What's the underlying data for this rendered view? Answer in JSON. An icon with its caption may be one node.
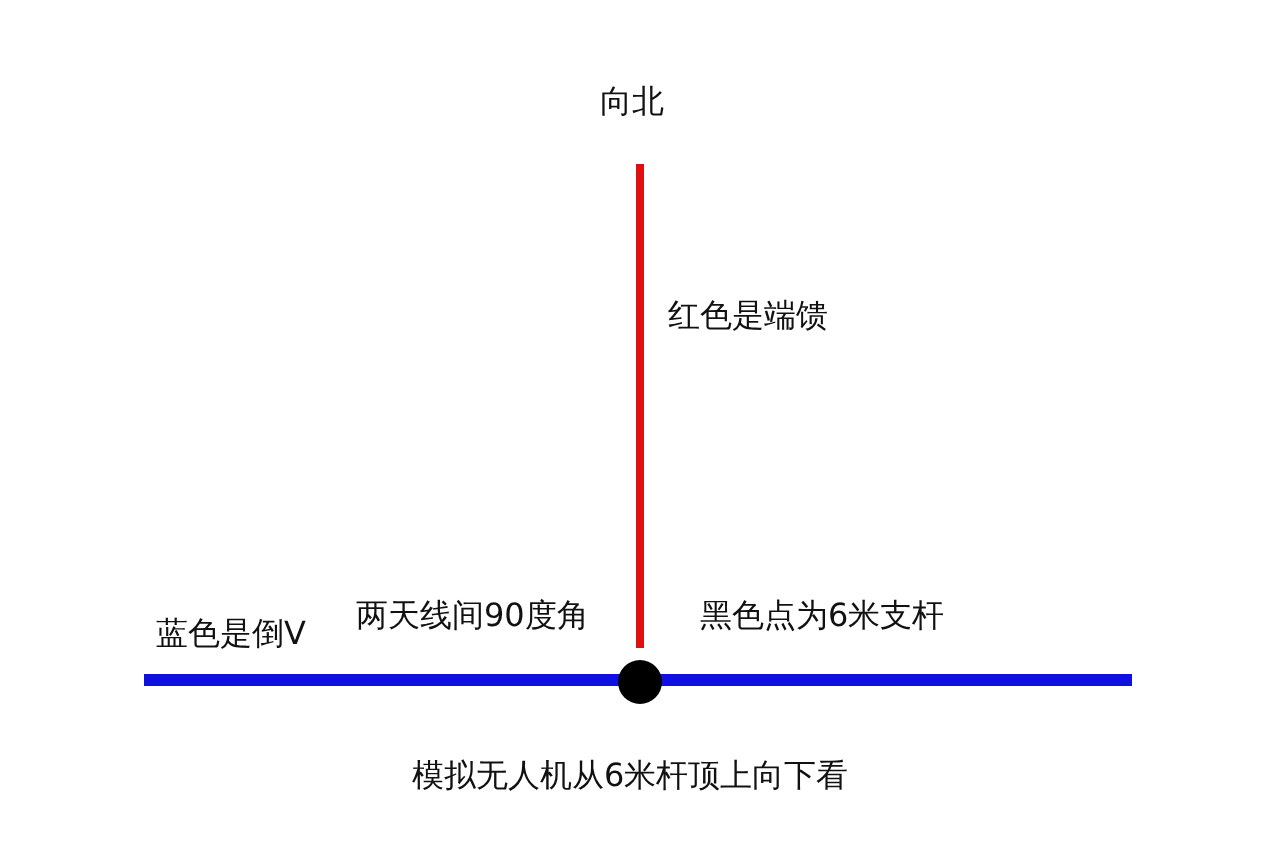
{
  "diagram": {
    "labels": [
      "向北",
      "红色是端馈",
      "蓝色是倒V",
      "两天线间90度角",
      "黑色点为6米支杆",
      "模拟无人机从6米杆顶上向下看"
    ]
  }
}
